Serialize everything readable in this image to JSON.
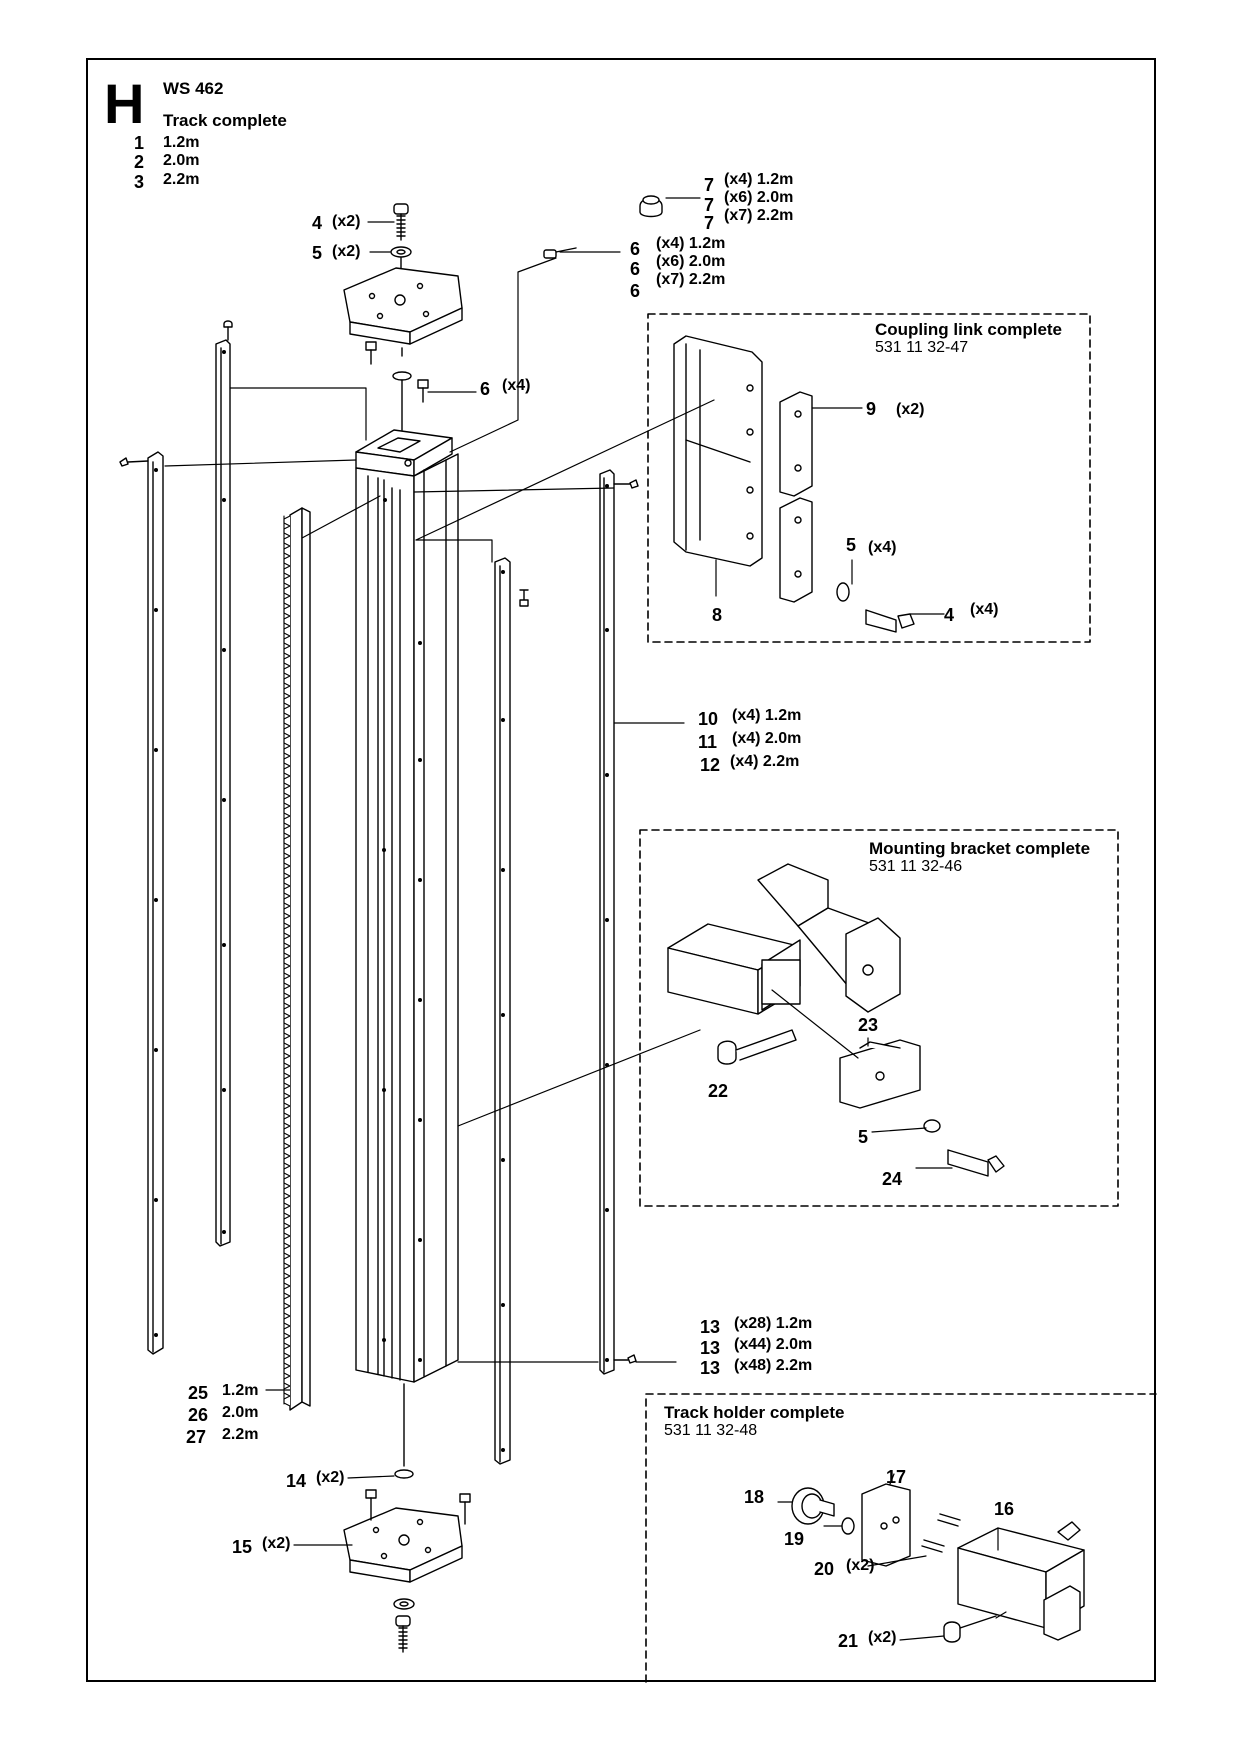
{
  "header": {
    "letter": "H",
    "model": "WS 462",
    "title": "Track complete",
    "variants": [
      {
        "no": "1",
        "size": "1.2m"
      },
      {
        "no": "2",
        "size": "2.0m"
      },
      {
        "no": "3",
        "size": "2.2m"
      }
    ]
  },
  "labels": {
    "l4_top": {
      "no": "4",
      "qty": "(x2)"
    },
    "l5_top": {
      "no": "5",
      "qty": "(x2)"
    },
    "l6_mid": {
      "no": "6",
      "qty": "(x4)"
    },
    "l7": [
      {
        "no": "7",
        "text": "(x4) 1.2m"
      },
      {
        "no": "7",
        "text": "(x6) 2.0m"
      },
      {
        "no": "7",
        "text": "(x7) 2.2m"
      }
    ],
    "l6": [
      {
        "no": "6",
        "text": "(x4) 1.2m"
      },
      {
        "no": "6",
        "text": "(x6) 2.0m"
      },
      {
        "no": "6",
        "text": "(x7) 2.2m"
      }
    ],
    "l10_12": [
      {
        "no": "10",
        "text": "(x4) 1.2m"
      },
      {
        "no": "11",
        "text": "(x4) 2.0m"
      },
      {
        "no": "12",
        "text": "(x4) 2.2m"
      }
    ],
    "l13": [
      {
        "no": "13",
        "text": "(x28) 1.2m"
      },
      {
        "no": "13",
        "text": "(x44) 2.0m"
      },
      {
        "no": "13",
        "text": "(x48) 2.2m"
      }
    ],
    "l25_27": [
      {
        "no": "25",
        "text": "1.2m"
      },
      {
        "no": "26",
        "text": "2.0m"
      },
      {
        "no": "27",
        "text": "2.2m"
      }
    ],
    "l14": {
      "no": "14",
      "qty": "(x2)"
    },
    "l15": {
      "no": "15",
      "qty": "(x2)"
    }
  },
  "coupling": {
    "title": "Coupling link complete",
    "part_no": "531 11 32-47",
    "l9": {
      "no": "9",
      "qty": "(x2)"
    },
    "l5": {
      "no": "5",
      "qty": "(x4)"
    },
    "l4": {
      "no": "4",
      "qty": "(x4)"
    },
    "l8": "8"
  },
  "mounting": {
    "title": "Mounting bracket complete",
    "part_no": "531 11 32-46",
    "l22": "22",
    "l23": "23",
    "l5": "5",
    "l24": "24"
  },
  "holder": {
    "title": "Track holder complete",
    "part_no": "531 11 32-48",
    "l16": "16",
    "l17": "17",
    "l18": "18",
    "l19": "19",
    "l20": {
      "no": "20",
      "qty": "(x2)"
    },
    "l21": {
      "no": "21",
      "qty": "(x2)"
    }
  }
}
